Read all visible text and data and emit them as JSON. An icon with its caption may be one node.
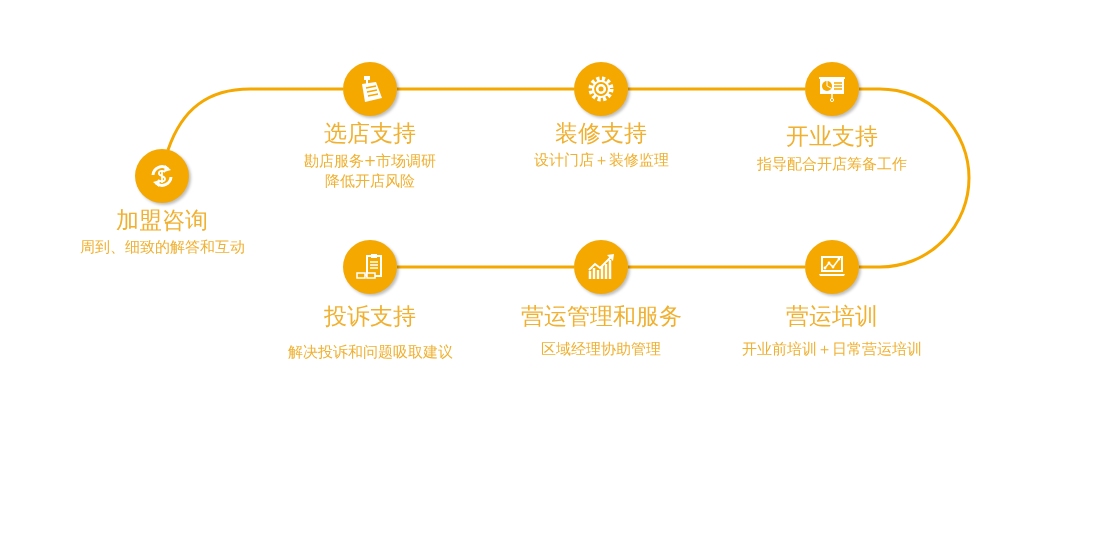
{
  "diagram": {
    "nodes": [
      {
        "text": [
          "加盟咨询",
          "周到、细致的解答和互动"
        ]
      },
      {
        "text": [
          "选店支持",
          "勘店服务+市场调研降低开店风险"
        ]
      },
      {
        "text": [
          "装修支持",
          "设计门店＋装修监理"
        ]
      },
      {
        "text": [
          "开业支持",
          "指导配合开店筹备工作"
        ]
      },
      {
        "text": [
          "营运培训",
          "开业前培训＋日常营运培训"
        ]
      },
      {
        "text": [
          "营运管理和服务",
          "区域经理协助管理"
        ]
      },
      {
        "text": [
          "投诉支持",
          "解决投诉和问题吸取建议"
        ]
      }
    ],
    "edges": [
      {
        "from": 0,
        "to": 1,
        "arrow": "none"
      },
      {
        "from": 1,
        "to": 2,
        "arrow": "none"
      },
      {
        "from": 2,
        "to": 3,
        "arrow": "none"
      },
      {
        "from": 3,
        "to": 4,
        "arrow": "none"
      },
      {
        "from": 4,
        "to": 5,
        "arrow": "none"
      },
      {
        "from": 5,
        "to": 6,
        "arrow": "none"
      }
    ]
  }
}
